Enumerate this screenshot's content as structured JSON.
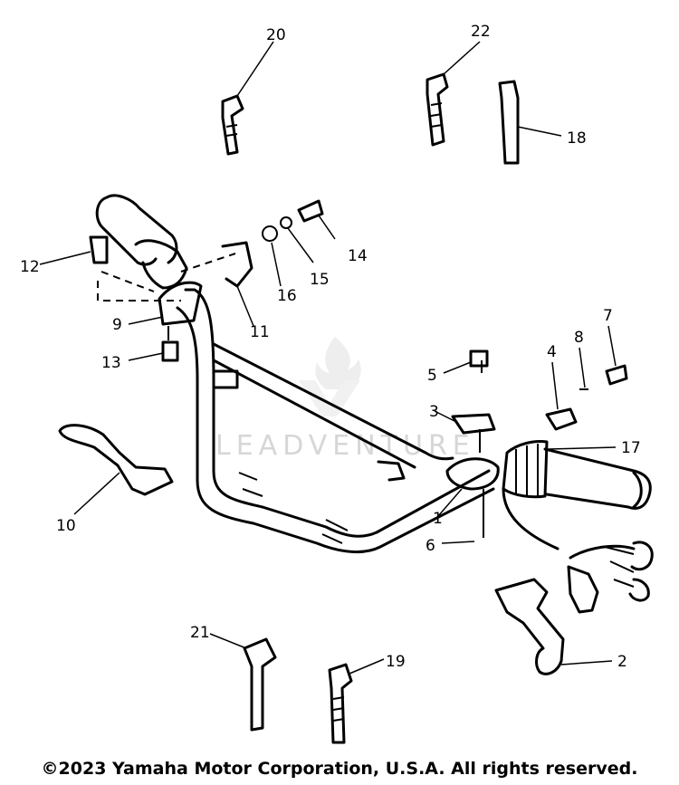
{
  "watermark": "LEADVENTURE",
  "copyright": "©2023 Yamaha Motor Corporation, U.S.A. All rights reserved.",
  "callouts": [
    "1",
    "2",
    "3",
    "4",
    "5",
    "6",
    "7",
    "8",
    "9",
    "10",
    "11",
    "12",
    "13",
    "14",
    "15",
    "16",
    "17",
    "18",
    "19",
    "20",
    "21",
    "22"
  ]
}
